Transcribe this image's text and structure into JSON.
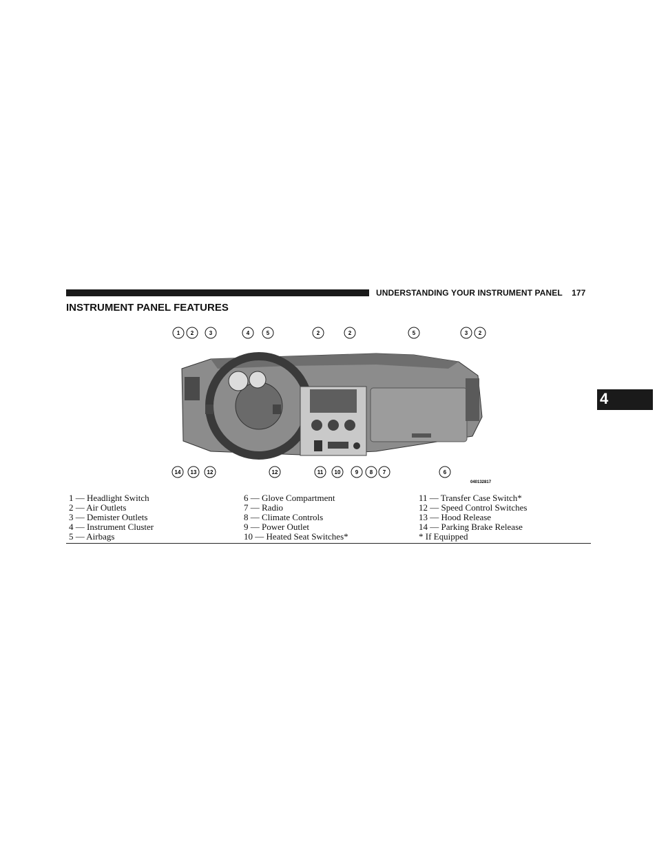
{
  "header": {
    "section": "UNDERSTANDING YOUR INSTRUMENT PANEL",
    "page_number": "177"
  },
  "title": "INSTRUMENT PANEL FEATURES",
  "chapter_tab": "4",
  "figure": {
    "image_id": "040132817",
    "top_callouts": [
      "1",
      "2",
      "3",
      "4",
      "5",
      "2",
      "2",
      "5",
      "3",
      "2"
    ],
    "bottom_callouts": [
      "14",
      "13",
      "12",
      "12",
      "11",
      "10",
      "9",
      "8",
      "7",
      "6"
    ]
  },
  "legend": {
    "col_a": [
      "1 — Headlight Switch",
      "2 — Air Outlets",
      "3 — Demister Outlets",
      "4 — Instrument Cluster",
      "5 — Airbags"
    ],
    "col_b": [
      "6 — Glove Compartment",
      "7 — Radio",
      "8 — Climate Controls",
      "9 — Power Outlet",
      "10 — Heated Seat Switches*"
    ],
    "col_c": [
      "11 — Transfer Case Switch*",
      "12 — Speed Control Switches",
      "13 — Hood Release",
      "14 — Parking Brake Release",
      "* If Equipped"
    ]
  },
  "colors": {
    "bar": "#1a1a1a",
    "dash": "#8c8c8c",
    "dash_dark": "#5e5e5e",
    "dash_light": "#c9c9c9"
  }
}
